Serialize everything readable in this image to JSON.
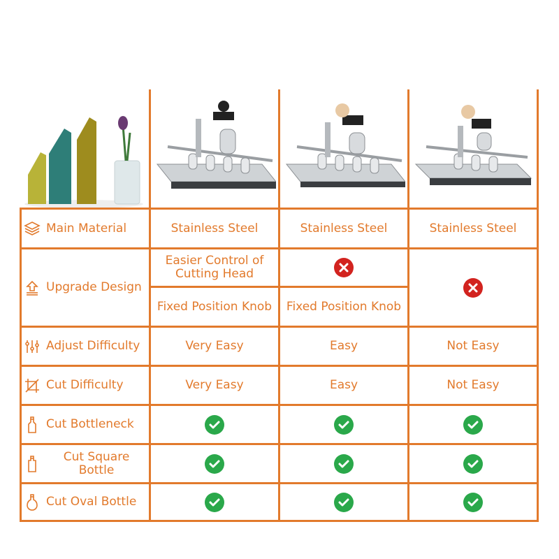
{
  "colors": {
    "accent": "#e27a2c",
    "check": "#2aa84a",
    "cross": "#d2231f"
  },
  "rows": [
    {
      "label": "Main Material",
      "icon": "layers-icon",
      "values": [
        "Stainless Steel",
        "Stainless Steel",
        "Stainless Steel"
      ]
    },
    {
      "label": "Upgrade Design",
      "icon": "upgrade-icon",
      "col1": [
        "Easier Control of Cutting Head",
        "Fixed Position Knob"
      ],
      "col2": [
        "cross",
        "Fixed Position Knob"
      ],
      "col3": "cross"
    },
    {
      "label": "Adjust Difficulty",
      "icon": "sliders-icon",
      "values": [
        "Very Easy",
        "Easy",
        "Not Easy"
      ]
    },
    {
      "label": "Cut Difficulty",
      "icon": "crop-icon",
      "values": [
        "Very Easy",
        "Easy",
        "Not Easy"
      ]
    },
    {
      "label": "Cut Bottleneck",
      "icon": "bottle-icon",
      "values": [
        "check",
        "check",
        "check"
      ]
    },
    {
      "label": "Cut Square Bottle",
      "icon": "square-bottle-icon",
      "values": [
        "check",
        "check",
        "check"
      ]
    },
    {
      "label": "Cut Oval Bottle",
      "icon": "oval-bottle-icon",
      "values": [
        "check",
        "check",
        "check"
      ]
    }
  ]
}
